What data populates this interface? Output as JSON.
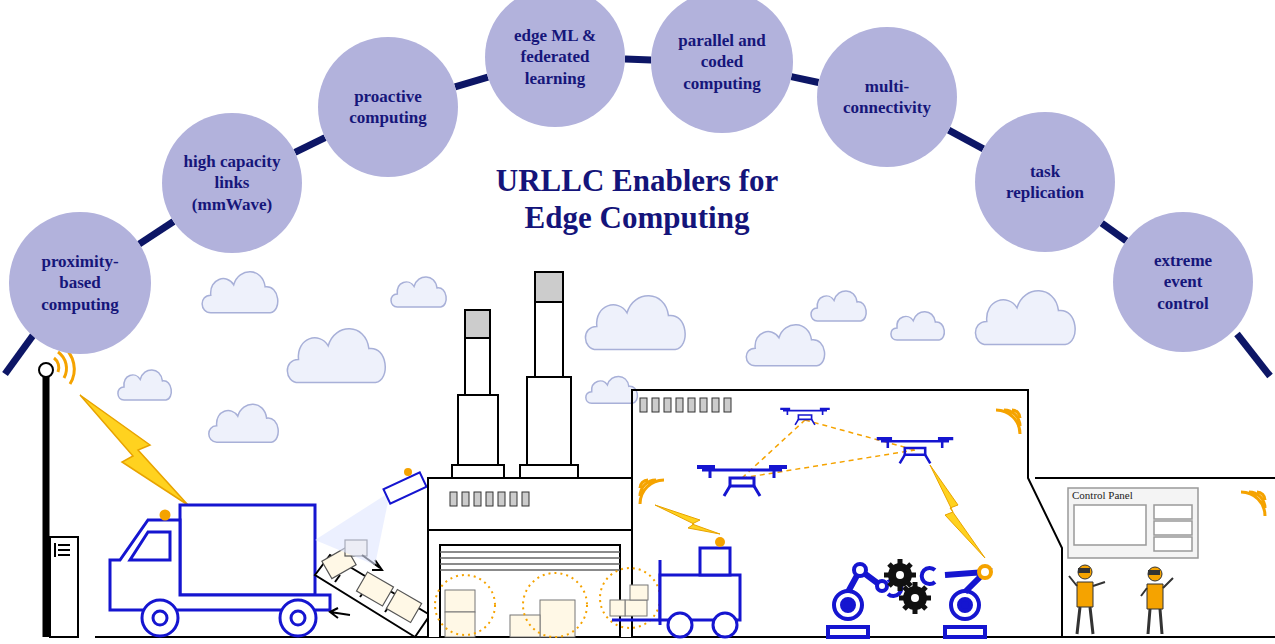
{
  "diagram": {
    "title": "URLLC Enablers for Edge Computing",
    "nodes": [
      {
        "text": [
          "proximity- based computing"
        ]
      },
      {
        "text": [
          "high capacity links (mmWave)"
        ]
      },
      {
        "text": [
          "proactive computing"
        ]
      },
      {
        "text": [
          "edge ML & federated learning"
        ]
      },
      {
        "text": [
          "parallel and coded computing"
        ]
      },
      {
        "text": [
          "multi- connectivity"
        ]
      },
      {
        "text": [
          "task replication"
        ]
      },
      {
        "text": [
          "extreme event control"
        ]
      }
    ],
    "edges": [
      {
        "from": 0,
        "to": 1,
        "arrow": "none"
      },
      {
        "from": 1,
        "to": 2,
        "arrow": "none"
      },
      {
        "from": 2,
        "to": 3,
        "arrow": "none"
      },
      {
        "from": 3,
        "to": 4,
        "arrow": "none"
      },
      {
        "from": 4,
        "to": 5,
        "arrow": "none"
      },
      {
        "from": 5,
        "to": 6,
        "arrow": "none"
      },
      {
        "from": 6,
        "to": 7,
        "arrow": "none"
      }
    ],
    "labels": [
      "Control Panel"
    ]
  }
}
